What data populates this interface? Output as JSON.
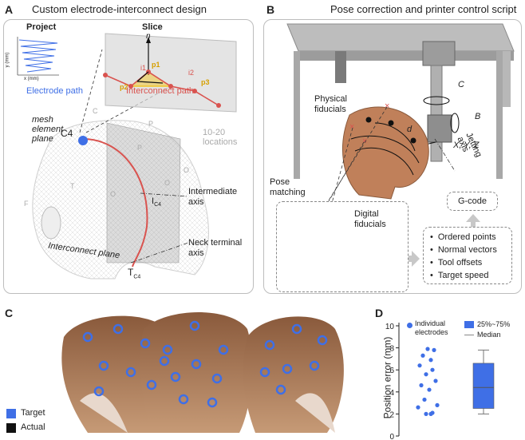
{
  "panel_a": {
    "letter": "A",
    "title": "Custom electrode-interconnect design",
    "project_label": "Project",
    "slice_label": "Slice",
    "project_ylabel": "y (mm)",
    "project_xlabel": "x (mm)",
    "electrode_path": "Electrode path",
    "interconnect_path": "Interconnect path",
    "mesh_element_plane": "mesh\nelement\nplane",
    "c4": "C4",
    "locations": "10-20\nlocations",
    "intermediate_axis": "Intermediate\naxis",
    "neck_axis": "Neck terminal\naxis",
    "interconnect_plane": "Interconnect plane",
    "ic4": "I",
    "tc4": "T",
    "sub_c4": "C4",
    "electrode_sites": [
      "C",
      "P",
      "P",
      "F",
      "T",
      "O",
      "O",
      "O"
    ],
    "points": [
      "p1",
      "p2",
      "p3"
    ],
    "indices": [
      "i1",
      "i2"
    ],
    "normal": "n"
  },
  "panel_b": {
    "letter": "B",
    "title": "Pose correction and printer control script",
    "physical_fiducials": "Physical\nfiducials",
    "digital_fiducials": "Digital\nfiducials",
    "pose_matching": "Pose\nmatching",
    "jetting_axis": "Jetting\naxis",
    "gcode": "G-code",
    "axes_label": "X, Y, Z",
    "rot_c": "C",
    "rot_b": "B",
    "d_label": "d",
    "list": [
      "Ordered points",
      "Normal vectors",
      "Tool offsets",
      "Target speed"
    ]
  },
  "panel_c": {
    "letter": "C",
    "legend": [
      {
        "label": "Target",
        "color": "#3f6fe6"
      },
      {
        "label": "Actual",
        "color": "#111111"
      }
    ]
  },
  "panel_d": {
    "letter": "D",
    "legend_points": "Individual\nelectrodes",
    "legend_box": "25%~75%",
    "legend_median": "Median"
  },
  "colors": {
    "blue": "#3f6fe6",
    "red": "#d9534f",
    "yellow": "#f3c10f",
    "skin": "#c0805a",
    "panel_border": "#bdbdbd"
  },
  "chart_data": {
    "type": "scatter",
    "ylabel": "Position error (mm)",
    "xlabel": "",
    "ylim": [
      0,
      10
    ],
    "yticks": [
      0,
      2,
      4,
      6,
      8,
      10
    ],
    "points": [
      7.9,
      7.8,
      7.3,
      6.9,
      6.4,
      6.0,
      5.6,
      5.0,
      4.6,
      4.2,
      3.3,
      2.8,
      2.6,
      2.1,
      2.0,
      2.0
    ],
    "box": {
      "q1": 2.5,
      "median": 4.4,
      "q3": 6.6,
      "min": 2.0,
      "max": 7.8
    }
  }
}
